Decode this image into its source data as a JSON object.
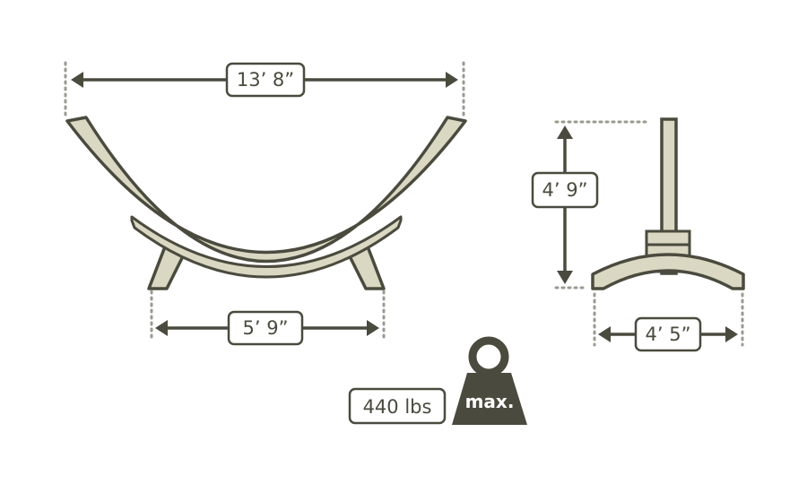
{
  "colors": {
    "outline": "#4a4a3e",
    "wood": "#dad8c3",
    "dots": "#9a9a90",
    "weight_fill": "#4a4a3e",
    "label_bg": "#ffffff"
  },
  "dimensions": {
    "total_width": "13’ 8”",
    "base_width": "5’ 9”",
    "height": "4’ 9”",
    "depth": "4’ 5”"
  },
  "weight": {
    "capacity": "440 lbs",
    "max_label": "max."
  },
  "icons": {
    "weight": "weight-icon",
    "arrow": "double-arrow-icon"
  }
}
